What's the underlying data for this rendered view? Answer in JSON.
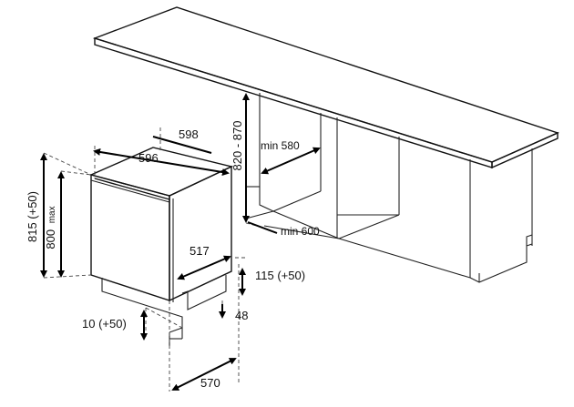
{
  "dimensions": {
    "width_598": "598",
    "width_596": "596",
    "height_815": "815 (+50)",
    "height_800": "800",
    "height_800_suffix": "max",
    "niche_height": "820 - 870",
    "niche_width_min": "min 580",
    "niche_depth_min": "min 600",
    "depth_517": "517",
    "plinth_115": "115 (+50)",
    "gap_48": "48",
    "foot_10": "10 (+50)",
    "base_570": "570"
  },
  "colors": {
    "line": "#111111",
    "fill_front": "#f2f2f2",
    "fill_top": "#ffffff"
  }
}
